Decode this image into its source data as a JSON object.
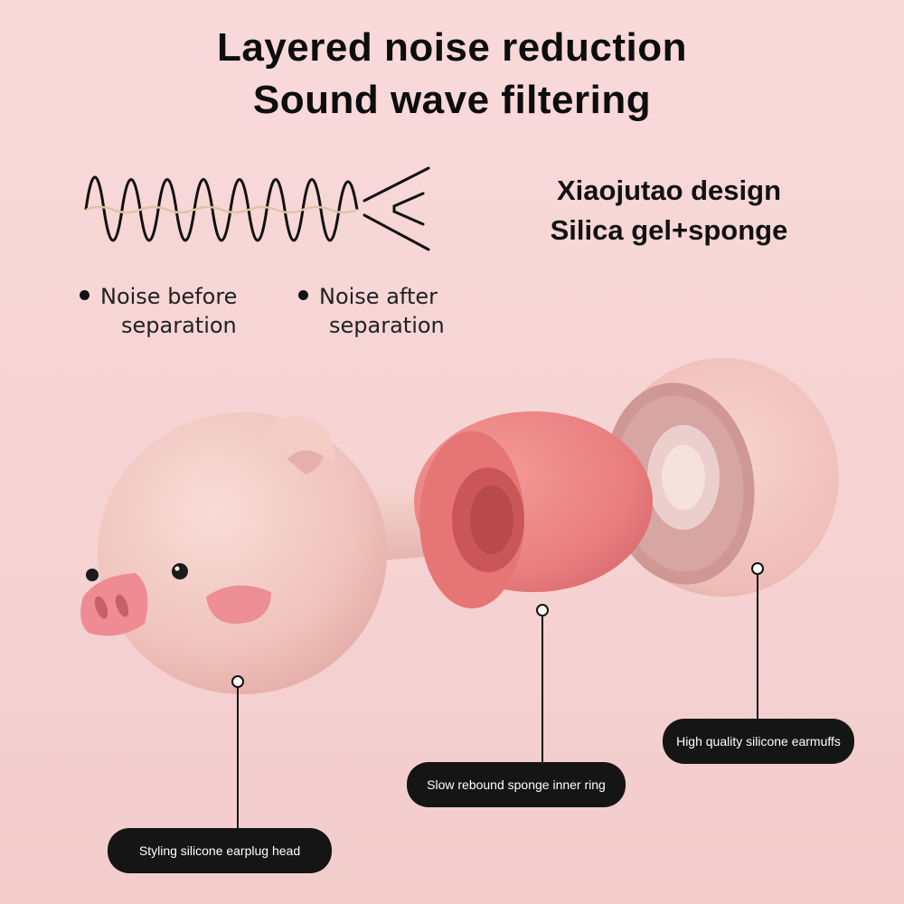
{
  "headline": {
    "line1": "Layered noise reduction",
    "line2": "Sound wave filtering"
  },
  "design": {
    "line1": "Xiaojutao design",
    "line2": "Silica gel+sponge"
  },
  "legend": {
    "before": {
      "line1": "Noise before",
      "line2": "separation"
    },
    "after": {
      "line1": "Noise after",
      "line2": "separation"
    }
  },
  "callouts": {
    "head": "Styling silicone earplug head",
    "sponge": "Slow rebound sponge inner ring",
    "muff": "High quality silicone earmuffs"
  },
  "colors": {
    "background": "#f6d3d3",
    "pig_body": "#f2c7c2",
    "snout": "#ee8e93",
    "sponge": "#ea7f80",
    "earmuff": "#f0bfba",
    "callout_bg": "#151515"
  }
}
